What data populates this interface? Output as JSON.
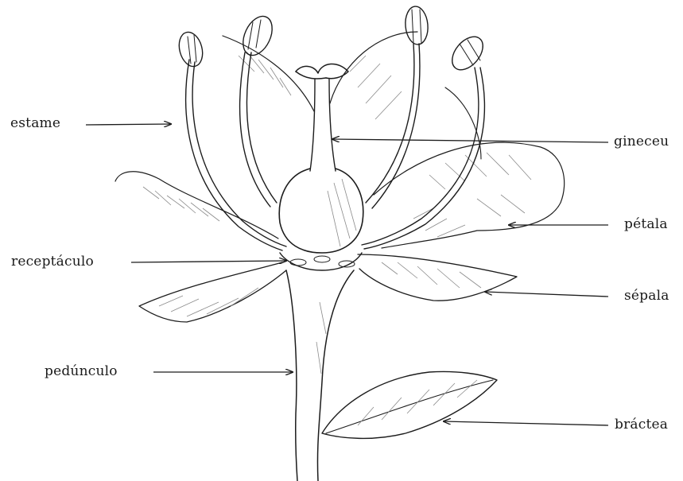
{
  "labels": {
    "estame": "estame",
    "gineceu": "gineceu",
    "petala": "pétala",
    "receptaculo": "receptáculo",
    "sepala": "sépala",
    "pedunculo": "pedúnculo",
    "bractea": "bráctea"
  },
  "style": {
    "ink_color": "#1c1c1c",
    "background": "#ffffff"
  }
}
